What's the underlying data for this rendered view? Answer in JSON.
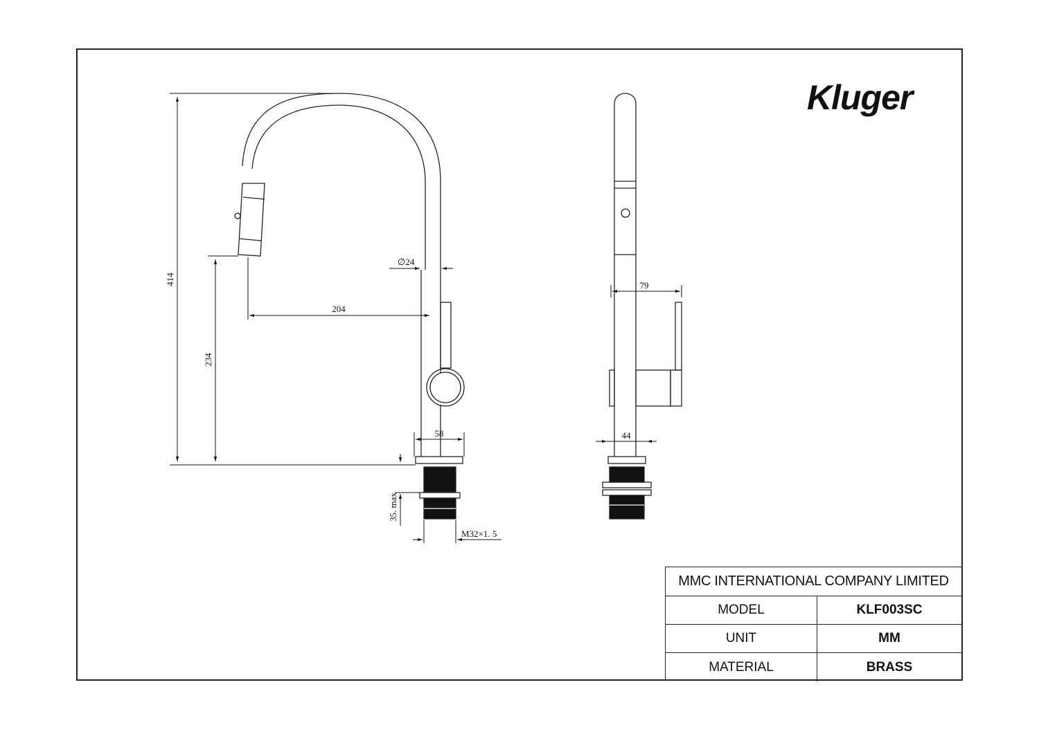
{
  "logo": {
    "text": "Kluger"
  },
  "dimensions": {
    "height_total": "414",
    "spout_height": "234",
    "spout_reach": "204",
    "tube_diameter": "∅24",
    "base_width_front": "58",
    "side_depth": "79",
    "base_width_side": "44",
    "max_thickness": "35. max",
    "thread": "M32×1. 5"
  },
  "title_block": {
    "company": "MMC INTERNATIONAL COMPANY LIMITED",
    "rows": [
      {
        "label": "MODEL",
        "value": "KLF003SC"
      },
      {
        "label": "UNIT",
        "value": "MM"
      },
      {
        "label": "MATERIAL",
        "value": "BRASS"
      }
    ]
  }
}
